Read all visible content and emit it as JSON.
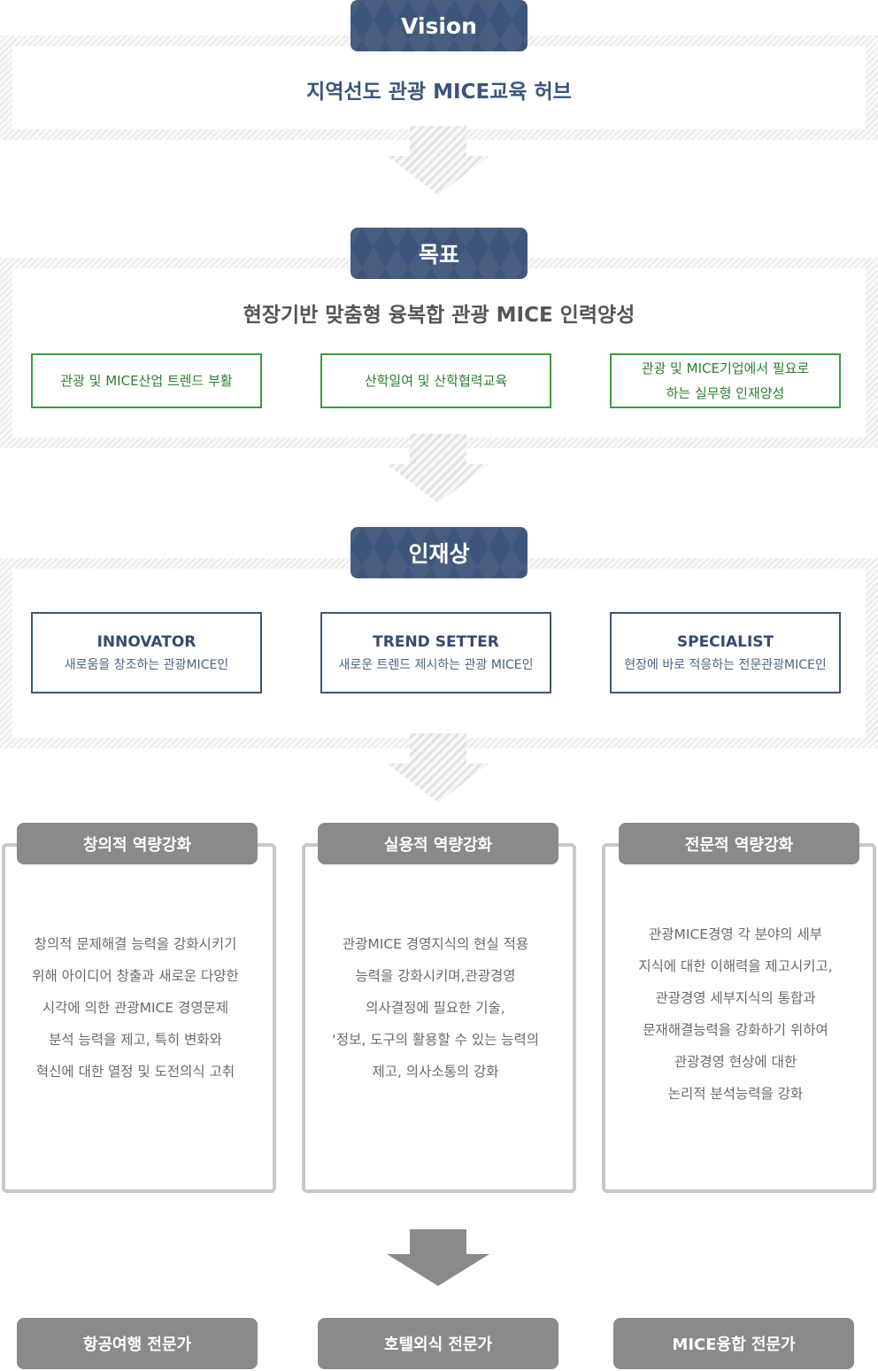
{
  "colors": {
    "navy": "#3e557a",
    "green": "#3f9a40",
    "gray": "#8a8a8a",
    "hatch": "#ebebeb"
  },
  "vision": {
    "label": "Vision",
    "statement": "지역선도 관광 MICE교육 허브"
  },
  "goal": {
    "label": "목표",
    "statement": "현장기반 맞춤형 융복합 관광 MICE 인력양성",
    "items": [
      {
        "lines": [
          "관광 및 MICE산업 트렌드 부활"
        ]
      },
      {
        "lines": [
          "산학일여 및 산학협력교육"
        ]
      },
      {
        "lines": [
          "관광 및 MICE기업에서 필요로",
          "하는 실무형 인재양성"
        ]
      }
    ]
  },
  "talent": {
    "label": "인재상",
    "items": [
      {
        "title": "INNOVATOR",
        "desc": "새로움을 창조하는 관광MICE인"
      },
      {
        "title": "TREND SETTER",
        "desc": "새로운 트렌드 제시하는 관광 MICE인"
      },
      {
        "title": "SPECIALIST",
        "desc": "현장에 바로 적응하는 전문관광MICE인"
      }
    ]
  },
  "capabilities": [
    {
      "title": "창의적 역량강화",
      "lines": [
        "창의적 문제해결 능력을 강화시키기",
        "위해 아이디어 창출과 새로운 다양한",
        "시각에 의한 관광MICE 경영문제",
        "분석 능력을 제고, 특히 변화와",
        "혁신에 대한 열정 및 도전의식 고취"
      ]
    },
    {
      "title": "실용적 역량강화",
      "lines": [
        "관광MICE 경영지식의 현실 적용",
        "능력을 강화시키며,관광경영",
        "의사결정에 필요한 기술,",
        "‘정보, 도구의 활용할 수 있는 능력의",
        "제고, 의사소통의 강화"
      ]
    },
    {
      "title": "전문적 역량강화",
      "lines": [
        "관광MICE경영 각 분야의 세부",
        "지식에 대한 이해력을 제고시키고,",
        "관광경영 세부지식의 통합과",
        "문재해결능력을 강화하기 위하여",
        "관광경영 현상에 대한",
        "논리적 분석능력을 강화"
      ]
    }
  ],
  "outcomes": [
    "항공여행 전문가",
    "호텔외식 전문가",
    "MICE융합 전문가"
  ]
}
